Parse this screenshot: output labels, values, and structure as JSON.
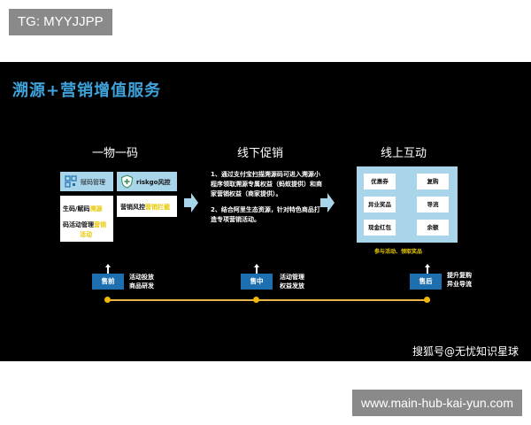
{
  "top_tag": "TG: MYYJJPP",
  "bottom_tag": "www.main-hub-kai-yun.com",
  "slide": {
    "title": "溯源+营销增值服务",
    "watermark": "搜狐号@无忧知识星球",
    "columns": {
      "left": {
        "title": "一物一码",
        "card1_head": "赋码管理",
        "card1_line1_a": "生码/赋码",
        "card1_line1_b": "溯源",
        "card1_line2_a": "码活动管理",
        "card1_line2_b": "营销",
        "card1_line2_c": "活动",
        "card2_head": "riskgo风控",
        "card2_line_a": "营销风控",
        "card2_line_b": "营销拦截"
      },
      "middle": {
        "title": "线下促销",
        "para1": "1、通过支付宝扫描溯源码可进入溯源小程序领取溯源专属权益（蚂蚁提供）和商家营销权益（商家提供）。",
        "para2": "2、结合阿里生态资源，针对特色商品打造专项营销活动。"
      },
      "right": {
        "title": "线上互动",
        "chips": [
          "优惠券",
          "复购",
          "异业奖品",
          "导流",
          "现金红包",
          "余额"
        ],
        "caption": "参与活动、领取奖品"
      }
    },
    "stages": [
      {
        "label": "售前",
        "desc_line1": "活动投放",
        "desc_line2": "商品研发"
      },
      {
        "label": "售中",
        "desc_line1": "活动管理",
        "desc_line2": "权益发放"
      },
      {
        "label": "售后",
        "desc_line1": "提升复购",
        "desc_line2": "异业导流"
      }
    ],
    "colors": {
      "title_blue": "#3fa3dc",
      "card_blue": "#a9d5ea",
      "button_blue": "#1e6fb0",
      "highlight_yellow": "#e6c800",
      "timeline_gold": "#e7b34a"
    }
  }
}
